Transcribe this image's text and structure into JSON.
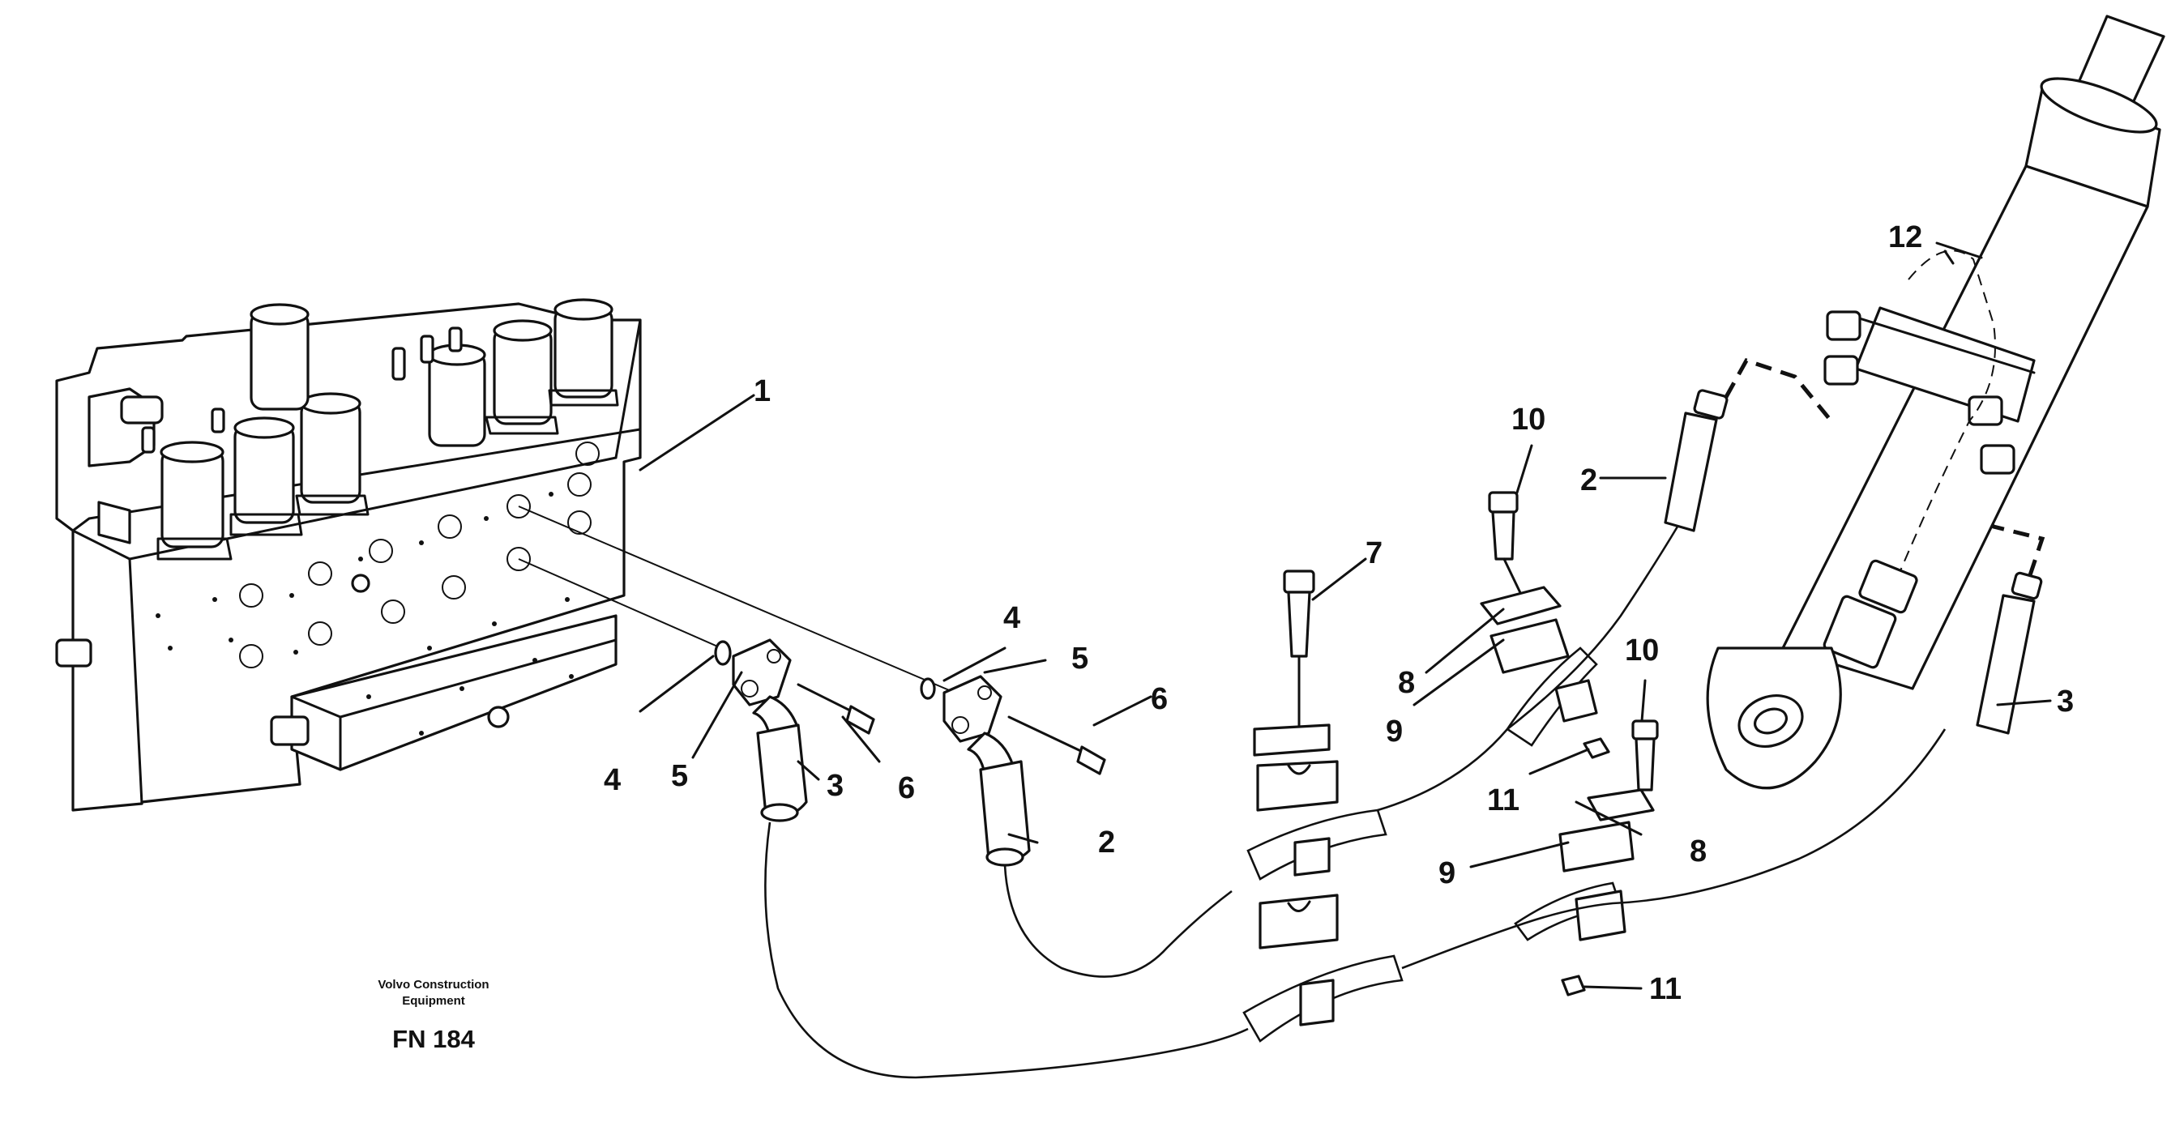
{
  "caption": {
    "brand_line1": "Volvo Construction",
    "brand_line2": "Equipment",
    "figure_code": "FN 184"
  },
  "callouts": {
    "c1": "1",
    "c2_cyl": "2",
    "c2_hose": "2",
    "c3_cyl": "3",
    "c3_hose": "3",
    "c4_left": "4",
    "c4_right": "4",
    "c5_left": "5",
    "c5_right": "5",
    "c6_left": "6",
    "c6_right": "6",
    "c7": "7",
    "c8_upper": "8",
    "c8_lower": "8",
    "c9_upper": "9",
    "c9_lower": "9",
    "c10_upper": "10",
    "c10_lower": "10",
    "c11_upper": "11",
    "c11_lower": "11",
    "c12": "12"
  }
}
